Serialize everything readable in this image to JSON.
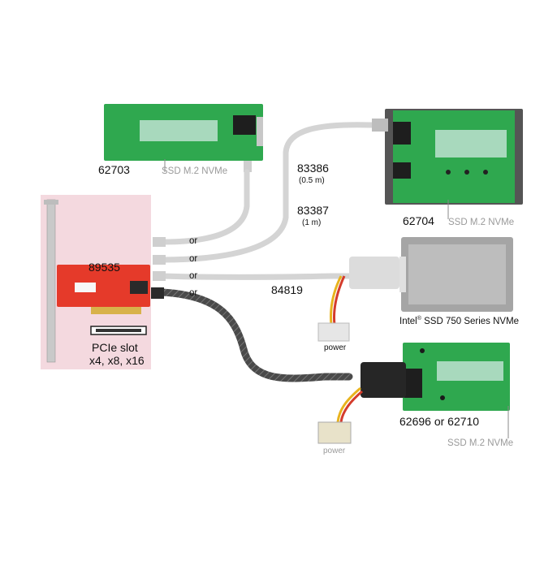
{
  "products": {
    "p62703": {
      "code": "62703",
      "desc": "SSD M.2 NVMe"
    },
    "p62704": {
      "code": "62704",
      "desc": "SSD M.2 NVMe"
    },
    "p89535": {
      "code": "89535"
    },
    "pcie": {
      "line1": "PCIe slot",
      "line2": "x4, x8, x16"
    },
    "cable83386": {
      "code": "83386",
      "len": "(0.5 m)"
    },
    "cable83387": {
      "code": "83387",
      "len": "(1 m)"
    },
    "cable84819": {
      "code": "84819"
    },
    "intel": {
      "brand": "Intel",
      "reg": "®",
      "name": " SSD 750 Series NVMe"
    },
    "p62696": {
      "code": "62696 or 62710",
      "desc": "SSD M.2 NVMe"
    }
  },
  "connector_labels": {
    "or": "or"
  },
  "power_labels": {
    "power1": "power",
    "power2": "power"
  },
  "colors": {
    "pcb_green": "#2fa84f",
    "pcb_red": "#e53a2a",
    "cable_grey": "#d4d4d4",
    "cable_black": "#3a3a3a",
    "bracket_pink": "#f4d9df"
  }
}
